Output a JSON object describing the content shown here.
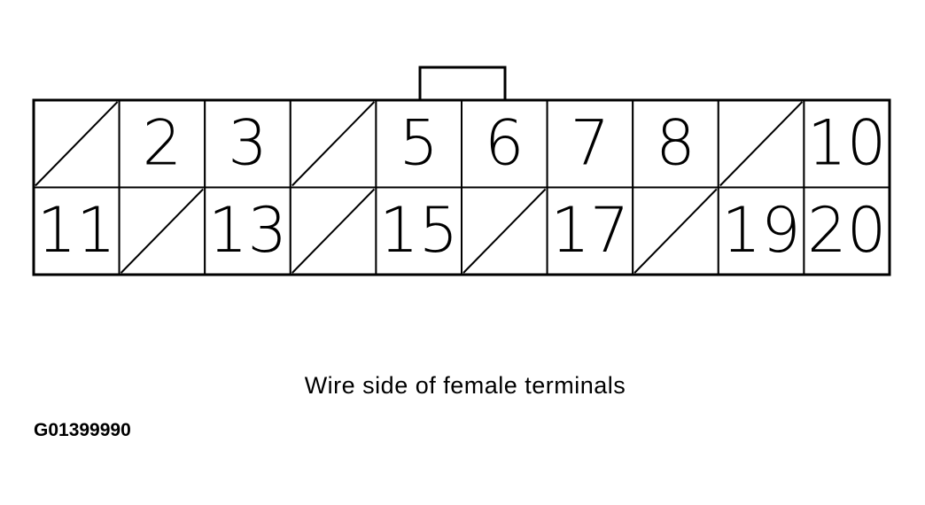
{
  "connector": {
    "rows": [
      [
        {
          "pin": "",
          "empty": true
        },
        {
          "pin": "2",
          "empty": false
        },
        {
          "pin": "3",
          "empty": false
        },
        {
          "pin": "",
          "empty": true
        },
        {
          "pin": "5",
          "empty": false
        },
        {
          "pin": "6",
          "empty": false
        },
        {
          "pin": "7",
          "empty": false
        },
        {
          "pin": "8",
          "empty": false
        },
        {
          "pin": "",
          "empty": true
        },
        {
          "pin": "10",
          "empty": false
        }
      ],
      [
        {
          "pin": "11",
          "empty": false
        },
        {
          "pin": "",
          "empty": true
        },
        {
          "pin": "13",
          "empty": false
        },
        {
          "pin": "",
          "empty": true
        },
        {
          "pin": "15",
          "empty": false
        },
        {
          "pin": "",
          "empty": true
        },
        {
          "pin": "17",
          "empty": false
        },
        {
          "pin": "",
          "empty": true
        },
        {
          "pin": "19",
          "empty": false
        },
        {
          "pin": "20",
          "empty": false
        }
      ]
    ]
  },
  "caption": "Wire side of female terminals",
  "figure_id": "G01399990"
}
